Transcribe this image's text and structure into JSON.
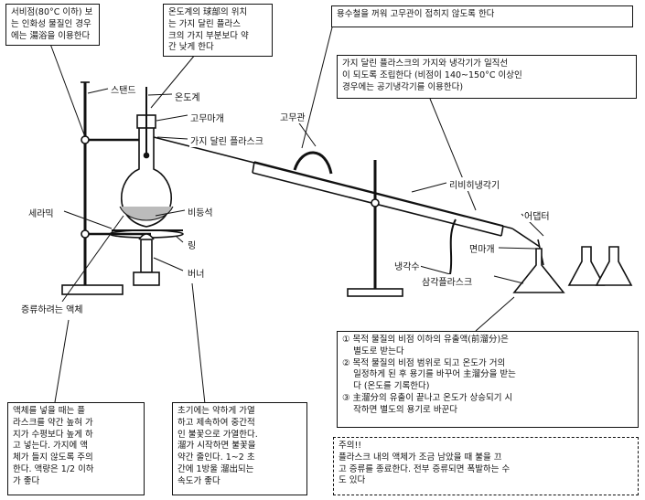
{
  "boxes": {
    "top_left": [
      "서비점(80°C 이하) 보",
      "는 인화성 물질인 경우",
      "에는 湯浴을 이용한다"
    ],
    "thermo_note": [
      "온도계의 球部의 위치",
      "는 가지 달린 플라스",
      "크의 가지 부분보다 약",
      "간 낮게 한다"
    ],
    "top_right": "용수철을 꺼워 고무관이 접히지 않도록 한다",
    "condenser_note": [
      "가지 달린 플라스크의 가지와 냉각기가 일직선",
      "이 되도록 조립한다 (비점이 140~150°C 이상인",
      "경우에는 공기냉각기를 이용한다)"
    ],
    "steps": [
      "① 목적 물질의 비점 이하의 유출액(前溜分)은",
      "    별도로 받는다",
      "② 목적 물질의 비점 범위로 되고 온도가 거의",
      "    일정하게 된 후 용기를 바꾸어 主溜分을 받는",
      "    다 (온도를 기록한다)",
      "③ 主溜分의 유출이 끝나고 온도가 상승되기 시",
      "    작하면 별도의 용기로 바꾼다"
    ],
    "bottom_left": [
      "액체를 넣을 때는 플",
      "라스크를 약간 높혀 가",
      "지가 수평보다 높게 하",
      "고 넣는다. 가지에 액",
      "체가 들지 않도록 주의",
      "한다. 액량은 1/2 이하",
      "가 좋다"
    ],
    "bottom_mid": [
      "초기에는 약하게 가열",
      "하고 제속하여 중간적",
      "인 불꽃으로 가열한다.",
      "溜가 시작하면 불꽃을",
      "약간 줄인다. 1~2 초",
      "간에 1방울 溜出되는",
      "속도가 좋다"
    ],
    "caution": [
      "주의!!",
      "플라스크 내의 액체가 조금 남았을 때 불을 끄",
      "고 증류를 종료한다. 전부 증류되면 폭발하는 수",
      "도 있다"
    ]
  },
  "labels": {
    "stand": "스탠드",
    "thermometer": "온도계",
    "rubber_stopper": "고무마개",
    "flask": "가지 달린 플라스크",
    "rubber_tube": "고무관",
    "liebig": "리비히냉각기",
    "adapter": "어댑터",
    "cotton_plug": "면마개",
    "cooling_water": "냉각수",
    "receiver": "삼각플라스크",
    "boiling_chips": "비등석",
    "wire_gauze": "세라믹",
    "ring": "링",
    "burner": "버너",
    "liquid": "증류하려는 액체"
  },
  "colors": {
    "ink": "#111111",
    "paper": "#ffffff"
  }
}
